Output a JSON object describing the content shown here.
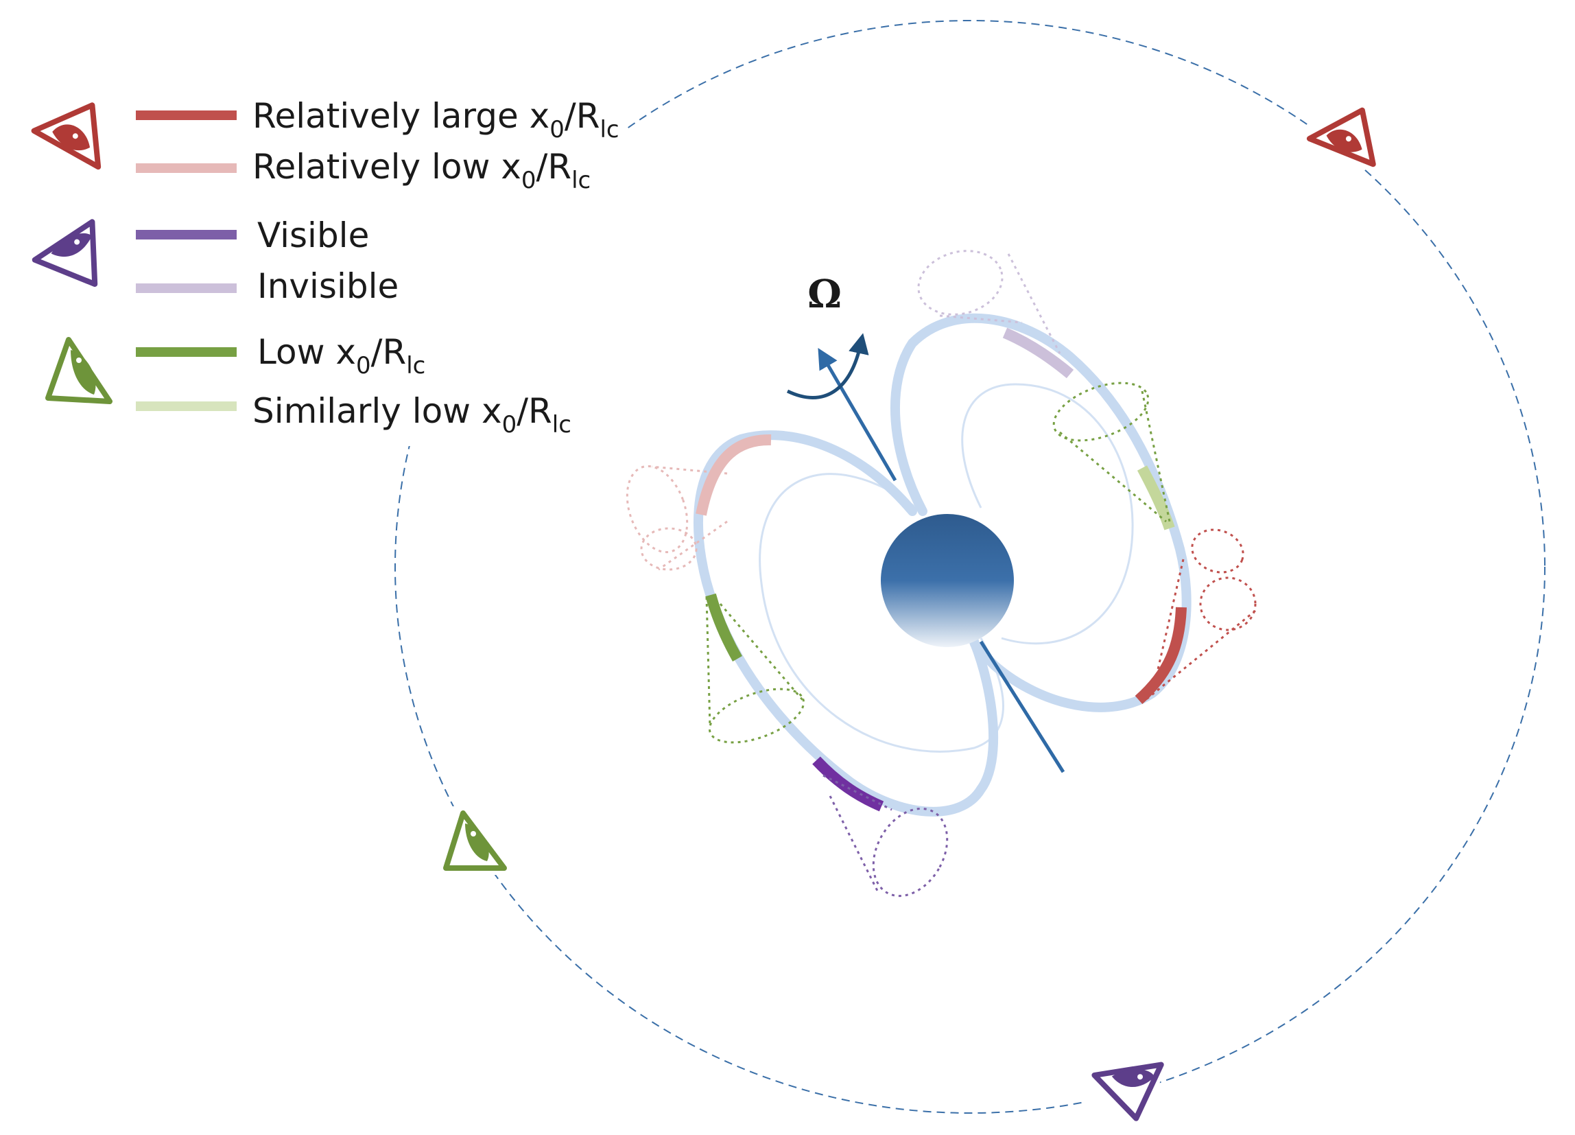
{
  "legend": {
    "red": {
      "eye_icon": "eye-red-icon",
      "items": [
        {
          "pre": "Relatively large x",
          "sub1": "0",
          "mid": "/R",
          "sub2": "lc",
          "color": "#c0504d"
        },
        {
          "pre": "Relatively low x",
          "sub1": "0",
          "mid": "/R",
          "sub2": "lc",
          "color": "#e6b9b8"
        }
      ]
    },
    "purple": {
      "eye_icon": "eye-purple-icon",
      "items": [
        {
          "pre": "Visible",
          "color": "#7d5fa8"
        },
        {
          "pre": "Invisible",
          "color": "#ccc0da"
        }
      ]
    },
    "green": {
      "eye_icon": "eye-green-icon",
      "items": [
        {
          "pre": "Low x",
          "sub1": "0",
          "mid": "/R",
          "sub2": "lc",
          "color": "#77a043"
        },
        {
          "pre": "Similarly low x",
          "sub1": "0",
          "mid": "/R",
          "sub2": "lc",
          "color": "#d7e4bd"
        }
      ]
    }
  },
  "diagram": {
    "rotation_symbol": "Ω",
    "colors": {
      "red": "#c0504d",
      "red_light": "#e6b9b8",
      "purple": "#7030a0",
      "purple_light": "#ccc0da",
      "green": "#77a043",
      "green_light": "#c4d79b",
      "field_line": "#c6d9f0",
      "axis": "#2f6aa6",
      "orbit": "#3a6fa8",
      "star_top": "#2e5b8e",
      "star_bottom": "#e8eef6"
    }
  }
}
